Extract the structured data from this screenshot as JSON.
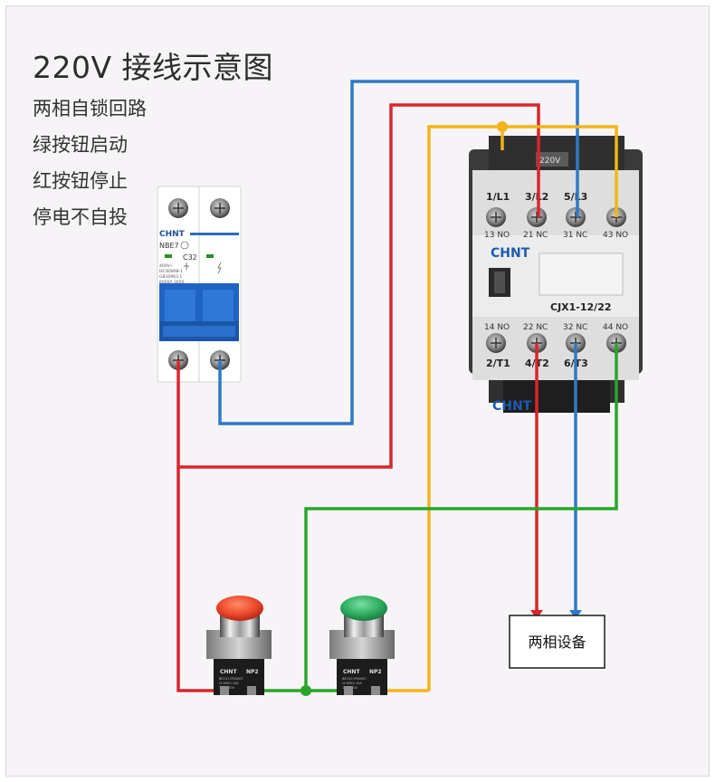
{
  "title": "220V 接线示意图",
  "notes": [
    "两相自锁回路",
    "绿按钮启动",
    "红按钮停止",
    "停电不自投"
  ],
  "breaker": {
    "brand": "CHNT",
    "model": "NBE7",
    "rating": "C32",
    "small_lines": [
      "400V~",
      "IEC60898-1",
      "GB10963.1",
      "6000A 3056"
    ]
  },
  "contactor": {
    "brand": "CHNT",
    "model": "CJX1-12/22",
    "coil_label": "220V",
    "top_terminals": [
      "1/L1",
      "3/L2",
      "5/L3"
    ],
    "top_aux": [
      "13 NO",
      "21 NC",
      "31 NC",
      "43 NO"
    ],
    "bottom_aux": [
      "14 NO",
      "22 NC",
      "32 NC",
      "44 NO"
    ],
    "bottom_terminals": [
      "2/T1",
      "4/T2",
      "6/T3"
    ]
  },
  "buttons": {
    "brand": "CHNT",
    "model": "NP2",
    "small_lines": [
      "BE101 IP40/IEC",
      "Ui 690V 10A",
      "10A 250V"
    ],
    "stop_color": "#e8442a",
    "start_color": "#27a35b"
  },
  "load_label": "两相设备",
  "colors": {
    "red": "#d8262c",
    "blue": "#2f79c5",
    "yellow": "#f4b41a",
    "green": "#2aa52c"
  }
}
